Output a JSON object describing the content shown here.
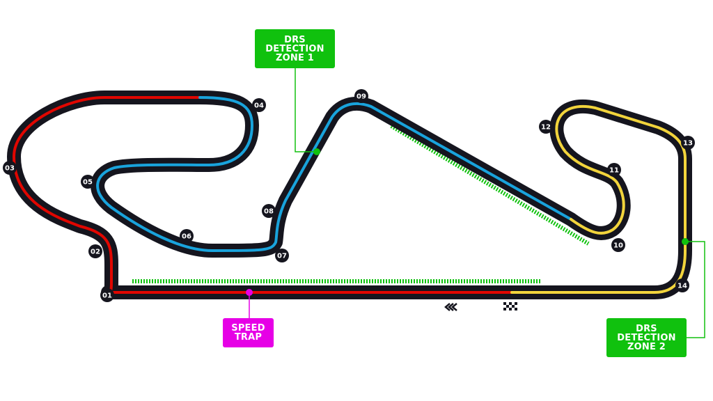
{
  "colors": {
    "track": "#15151e",
    "sector1": "#e10600",
    "sector2": "#19a3dc",
    "sector3": "#f2d43c",
    "drs": "#10c10e",
    "speed_trap": "#e600e6",
    "background": "#ffffff"
  },
  "turns": [
    "01",
    "02",
    "03",
    "04",
    "05",
    "06",
    "07",
    "08",
    "09",
    "10",
    "11",
    "12",
    "13",
    "14"
  ],
  "drs_detection_zone_1": {
    "lines": [
      "DRS",
      "DETECTION",
      "ZONE 1"
    ]
  },
  "drs_detection_zone_2": {
    "lines": [
      "DRS",
      "DETECTION",
      "ZONE 2"
    ]
  },
  "speed_trap": {
    "lines": [
      "SPEED",
      "TRAP"
    ]
  },
  "icons": {
    "direction": "double-chevron-left-icon",
    "start_finish": "checkered-flag-icon"
  }
}
